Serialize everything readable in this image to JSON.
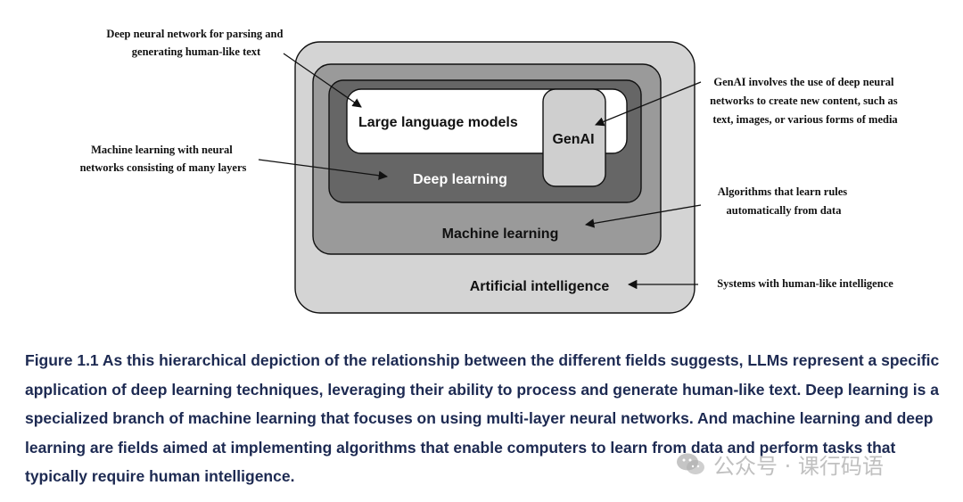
{
  "diagram": {
    "boxes": {
      "ai": "Artificial intelligence",
      "ml": "Machine learning",
      "dl": "Deep learning",
      "llm": "Large language models",
      "genai": "GenAI"
    },
    "annotations": {
      "llm": [
        "Deep neural network for parsing and",
        "generating human-like text"
      ],
      "dl": [
        "Machine learning with neural",
        "networks consisting of many layers"
      ],
      "genai": [
        "GenAI involves the use of deep neural",
        "networks to create new content, such as",
        "text, images, or various forms of media"
      ],
      "ml": [
        "Algorithms that learn rules",
        "automatically from data"
      ],
      "ai": [
        "Systems with human-like intelligence"
      ]
    },
    "colors": {
      "ai_fill": "#d4d4d4",
      "ml_fill": "#9a9a9a",
      "dl_fill": "#666666",
      "llm_fill": "#ffffff",
      "genai_fill": "#cfcfcf",
      "outline": "#111111"
    }
  },
  "caption": "Figure 1.1 As this hierarchical depiction of the relationship between the different fields suggests, LLMs represent a specific application of deep learning techniques, leveraging their ability to process and generate human-like text. Deep learning is a specialized branch of machine learning that focuses on using multi-layer neural networks. And machine learning and deep learning are fields aimed at implementing algorithms that enable computers to learn from data and perform tasks that typically require human intelligence.",
  "watermark": {
    "icon": "wechat-icon",
    "text": "公众号 · 课行码语"
  }
}
